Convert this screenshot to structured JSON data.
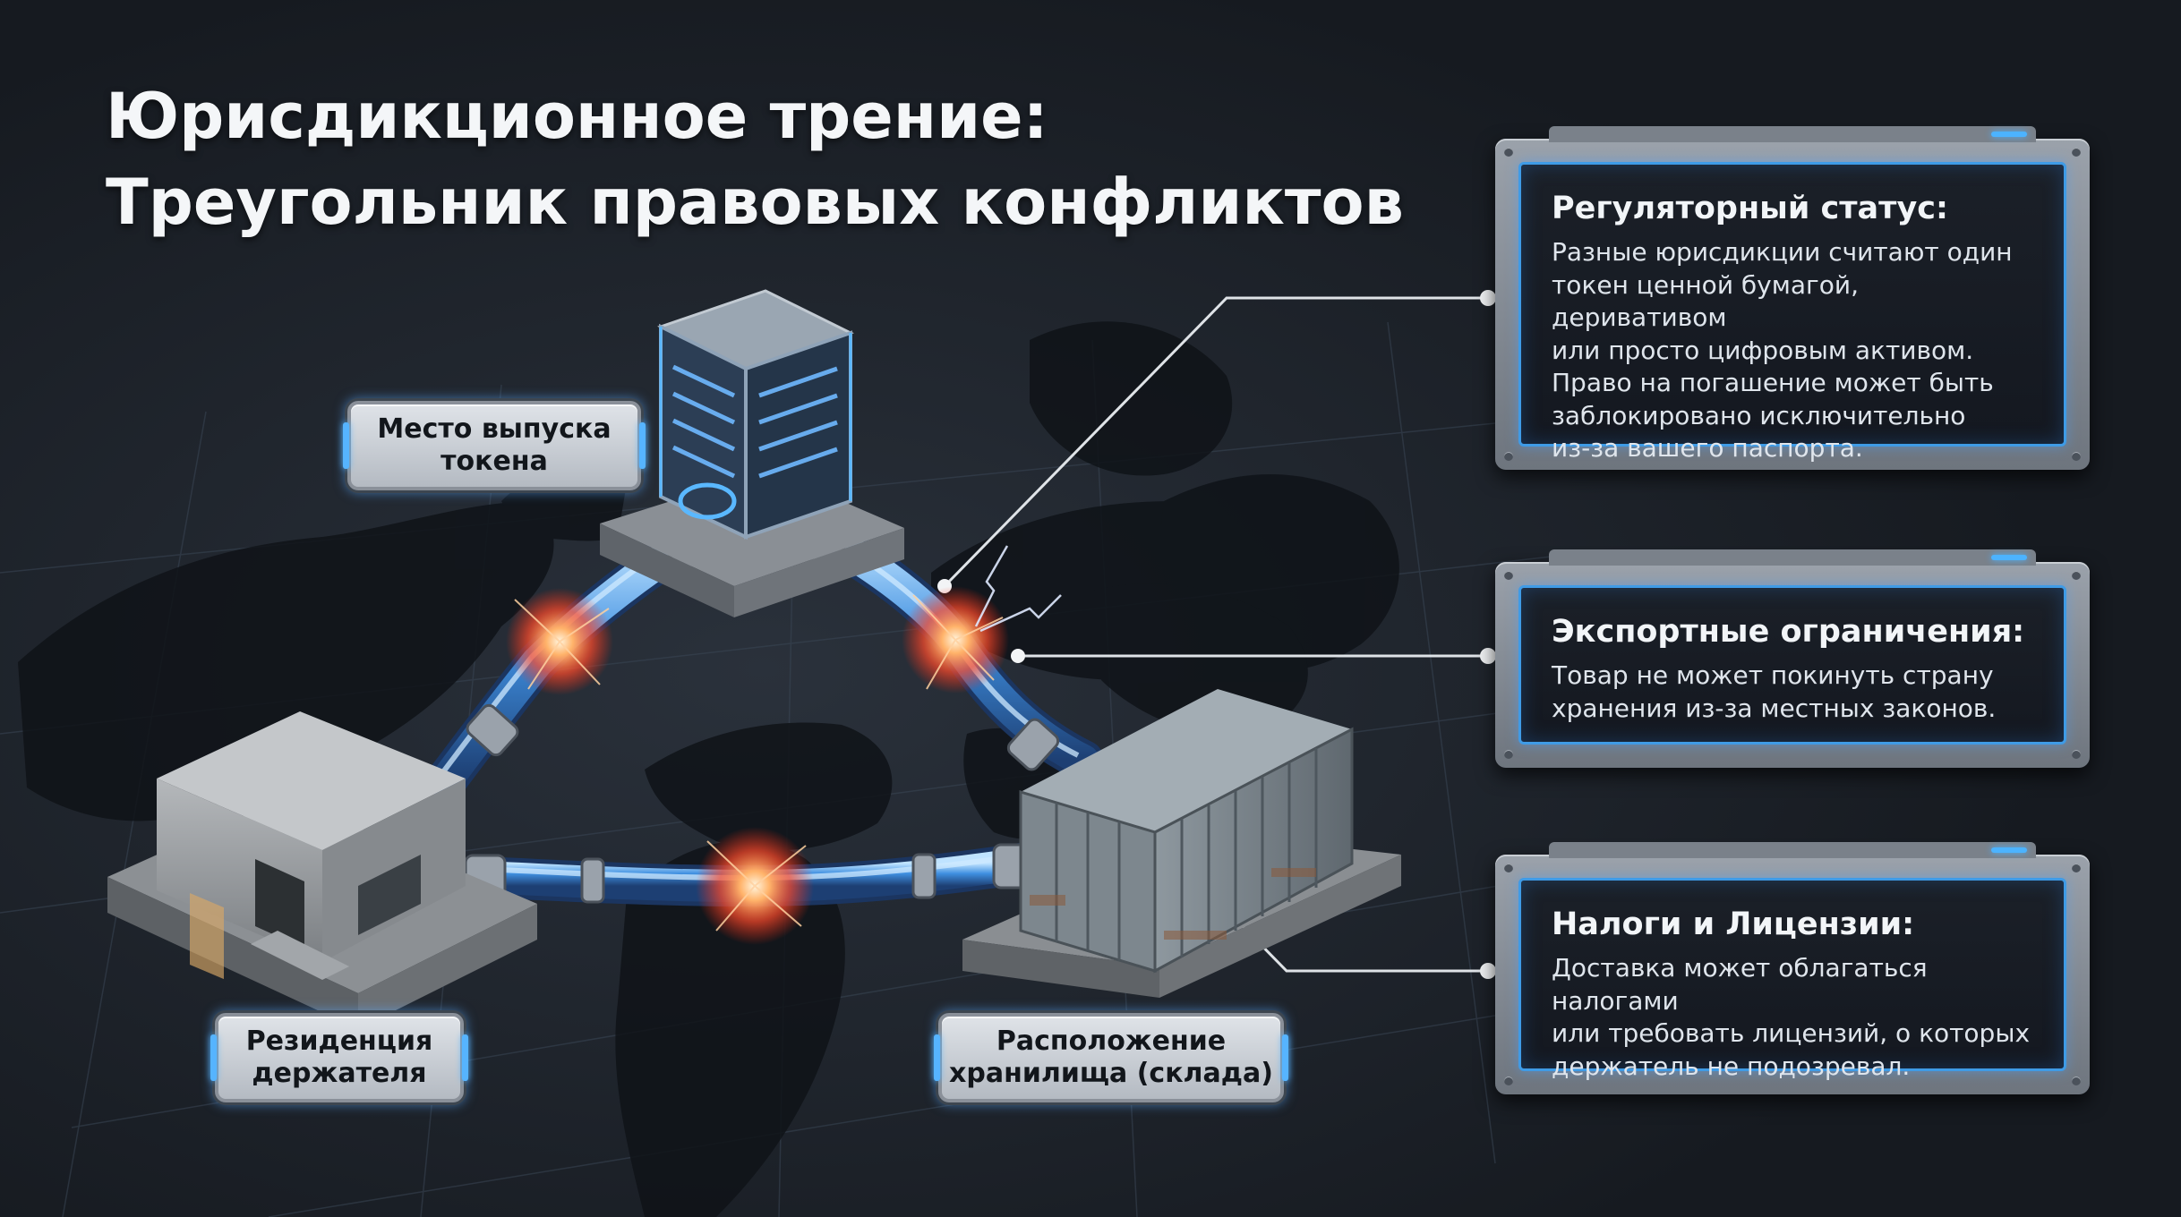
{
  "title": {
    "line1": "Юрисдикционное трение:",
    "line2": "Треугольник правовых конфликтов"
  },
  "nodes": {
    "issuance": {
      "label_line1": "Место выпуска",
      "label_line2": "токена",
      "icon": "server-tower-icon"
    },
    "holder": {
      "label_line1": "Резиденция",
      "label_line2": "держателя",
      "icon": "house-icon"
    },
    "storage": {
      "label_line1": "Расположение",
      "label_line2": "хранилища (склада)",
      "icon": "shipping-container-icon"
    }
  },
  "panels": {
    "regulatory": {
      "title": "Регуляторный статус:",
      "body": "Разные юрисдикции считают один\nтокен ценной бумагой, деривативом\nили просто цифровым активом.\nПраво на погашение может быть\nзаблокировано исключительно\nиз-за вашего паспорта."
    },
    "export": {
      "title": "Экспортные ограничения:",
      "body": "Товар не может покинуть страну\nхранения из-за местных законов."
    },
    "taxes": {
      "title": "Налоги и Лицензии:",
      "body": "Доставка может облагаться налогами\nили требовать лицензий, о которых\nдержатель не подозревал."
    }
  },
  "colors": {
    "background": "#1c2129",
    "accent_blue": "#4cb3ff",
    "spark_red": "#ff4a2a",
    "panel_metal": "#8d949c"
  }
}
